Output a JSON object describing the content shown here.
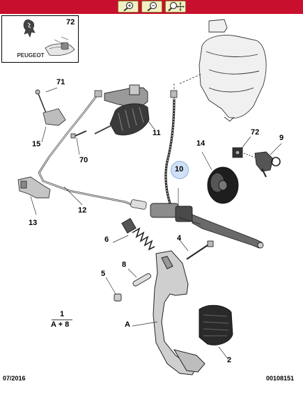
{
  "toolbar": {
    "buttons": [
      {
        "name": "zoom-in-button",
        "icon": "zoom-in-icon"
      },
      {
        "name": "zoom-out-button",
        "icon": "zoom-out-icon"
      },
      {
        "name": "zoom-pan-button",
        "icon": "zoom-pan-icon"
      }
    ],
    "background_color": "#c8102e",
    "button_color": "#f3f0c4"
  },
  "logo": {
    "brand": "PEUGEOT",
    "ref_label": "72"
  },
  "diagram": {
    "highlight_color": "#cfe0f7",
    "parts": {
      "p71": "71",
      "p15": "15",
      "p70": "70",
      "p11": "11",
      "p10": "10",
      "p14": "14",
      "p72": "72",
      "p9": "9",
      "p13": "13",
      "p12": "12",
      "p6": "6",
      "p4": "4",
      "p8": "8",
      "p5": "5",
      "p1": "1",
      "pA8": "A + 8",
      "pA": "A",
      "p2": "2"
    }
  },
  "footer": {
    "date": "07/2016",
    "code": "00108151"
  }
}
